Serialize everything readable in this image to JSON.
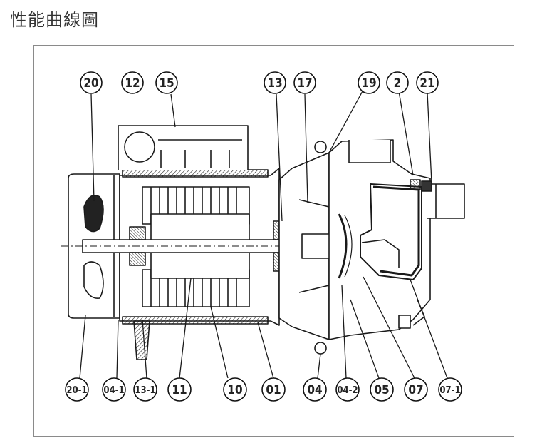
{
  "title": "性能曲線圖",
  "top_labels": [
    {
      "id": "lbl-20",
      "text": "20"
    },
    {
      "id": "lbl-12",
      "text": "12"
    },
    {
      "id": "lbl-15",
      "text": "15"
    },
    {
      "id": "lbl-13",
      "text": "13"
    },
    {
      "id": "lbl-17",
      "text": "17"
    },
    {
      "id": "lbl-19",
      "text": "19"
    },
    {
      "id": "lbl-2",
      "text": "2"
    },
    {
      "id": "lbl-21",
      "text": "21"
    }
  ],
  "bottom_labels": [
    {
      "id": "lbl-20-1",
      "text": "20-1"
    },
    {
      "id": "lbl-04-1",
      "text": "04-1"
    },
    {
      "id": "lbl-13-1",
      "text": "13-1"
    },
    {
      "id": "lbl-11",
      "text": "11"
    },
    {
      "id": "lbl-10",
      "text": "10"
    },
    {
      "id": "lbl-01",
      "text": "01"
    },
    {
      "id": "lbl-04",
      "text": "04"
    },
    {
      "id": "lbl-04-2",
      "text": "04-2"
    },
    {
      "id": "lbl-05",
      "text": "05"
    },
    {
      "id": "lbl-07",
      "text": "07"
    },
    {
      "id": "lbl-07-1",
      "text": "07-1"
    }
  ]
}
